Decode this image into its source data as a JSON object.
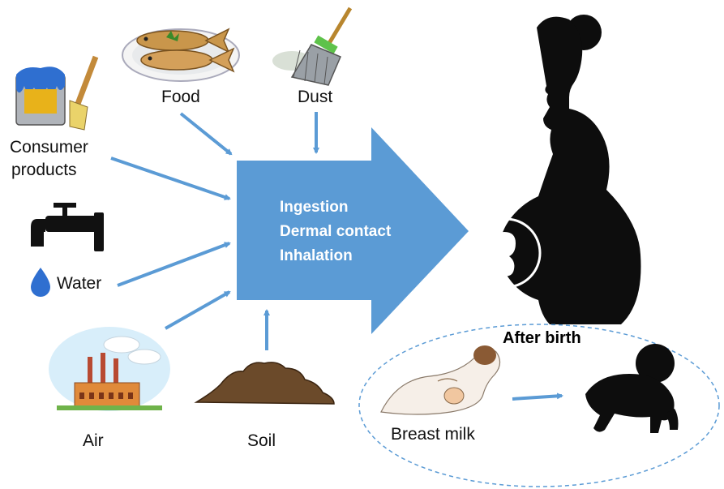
{
  "sources": {
    "food": "Food",
    "dust": "Dust",
    "consumer_line1": "Consumer",
    "consumer_line2": "products",
    "water": "Water",
    "air": "Air",
    "soil": "Soil"
  },
  "routes": [
    "Ingestion",
    "Dermal contact",
    "Inhalation"
  ],
  "after_birth": {
    "title": "After birth",
    "breast_milk": "Breast milk"
  },
  "colors": {
    "arrow": "#5b9bd5",
    "silhouette": "#0d0d0d",
    "ellipse_border": "#5b9bd5"
  },
  "icons": [
    "fish-plate-icon",
    "broom-icon",
    "paint-can-icon",
    "faucet-icon",
    "water-drop-icon",
    "factory-icon",
    "soil-pile-icon",
    "pregnant-woman-icon",
    "fetus-icon",
    "breastfeeding-icon",
    "crawling-baby-icon"
  ]
}
